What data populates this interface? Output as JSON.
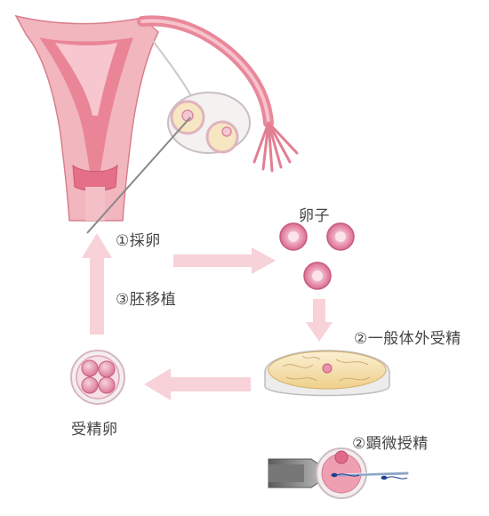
{
  "labels": {
    "egg_retrieval": "①採卵",
    "eggs": "卵子",
    "embryo_transfer": "③胚移植",
    "conventional_ivf": "②一般体外受精",
    "fertilized_egg": "受精卵",
    "icsi": "②顕微授精"
  },
  "colors": {
    "uterus": "#f2a7b1",
    "uterus_dark": "#e38392",
    "arrow": "#f7d2d8",
    "dish": "#f3dca6",
    "egg_fill": "#e58aa6"
  }
}
